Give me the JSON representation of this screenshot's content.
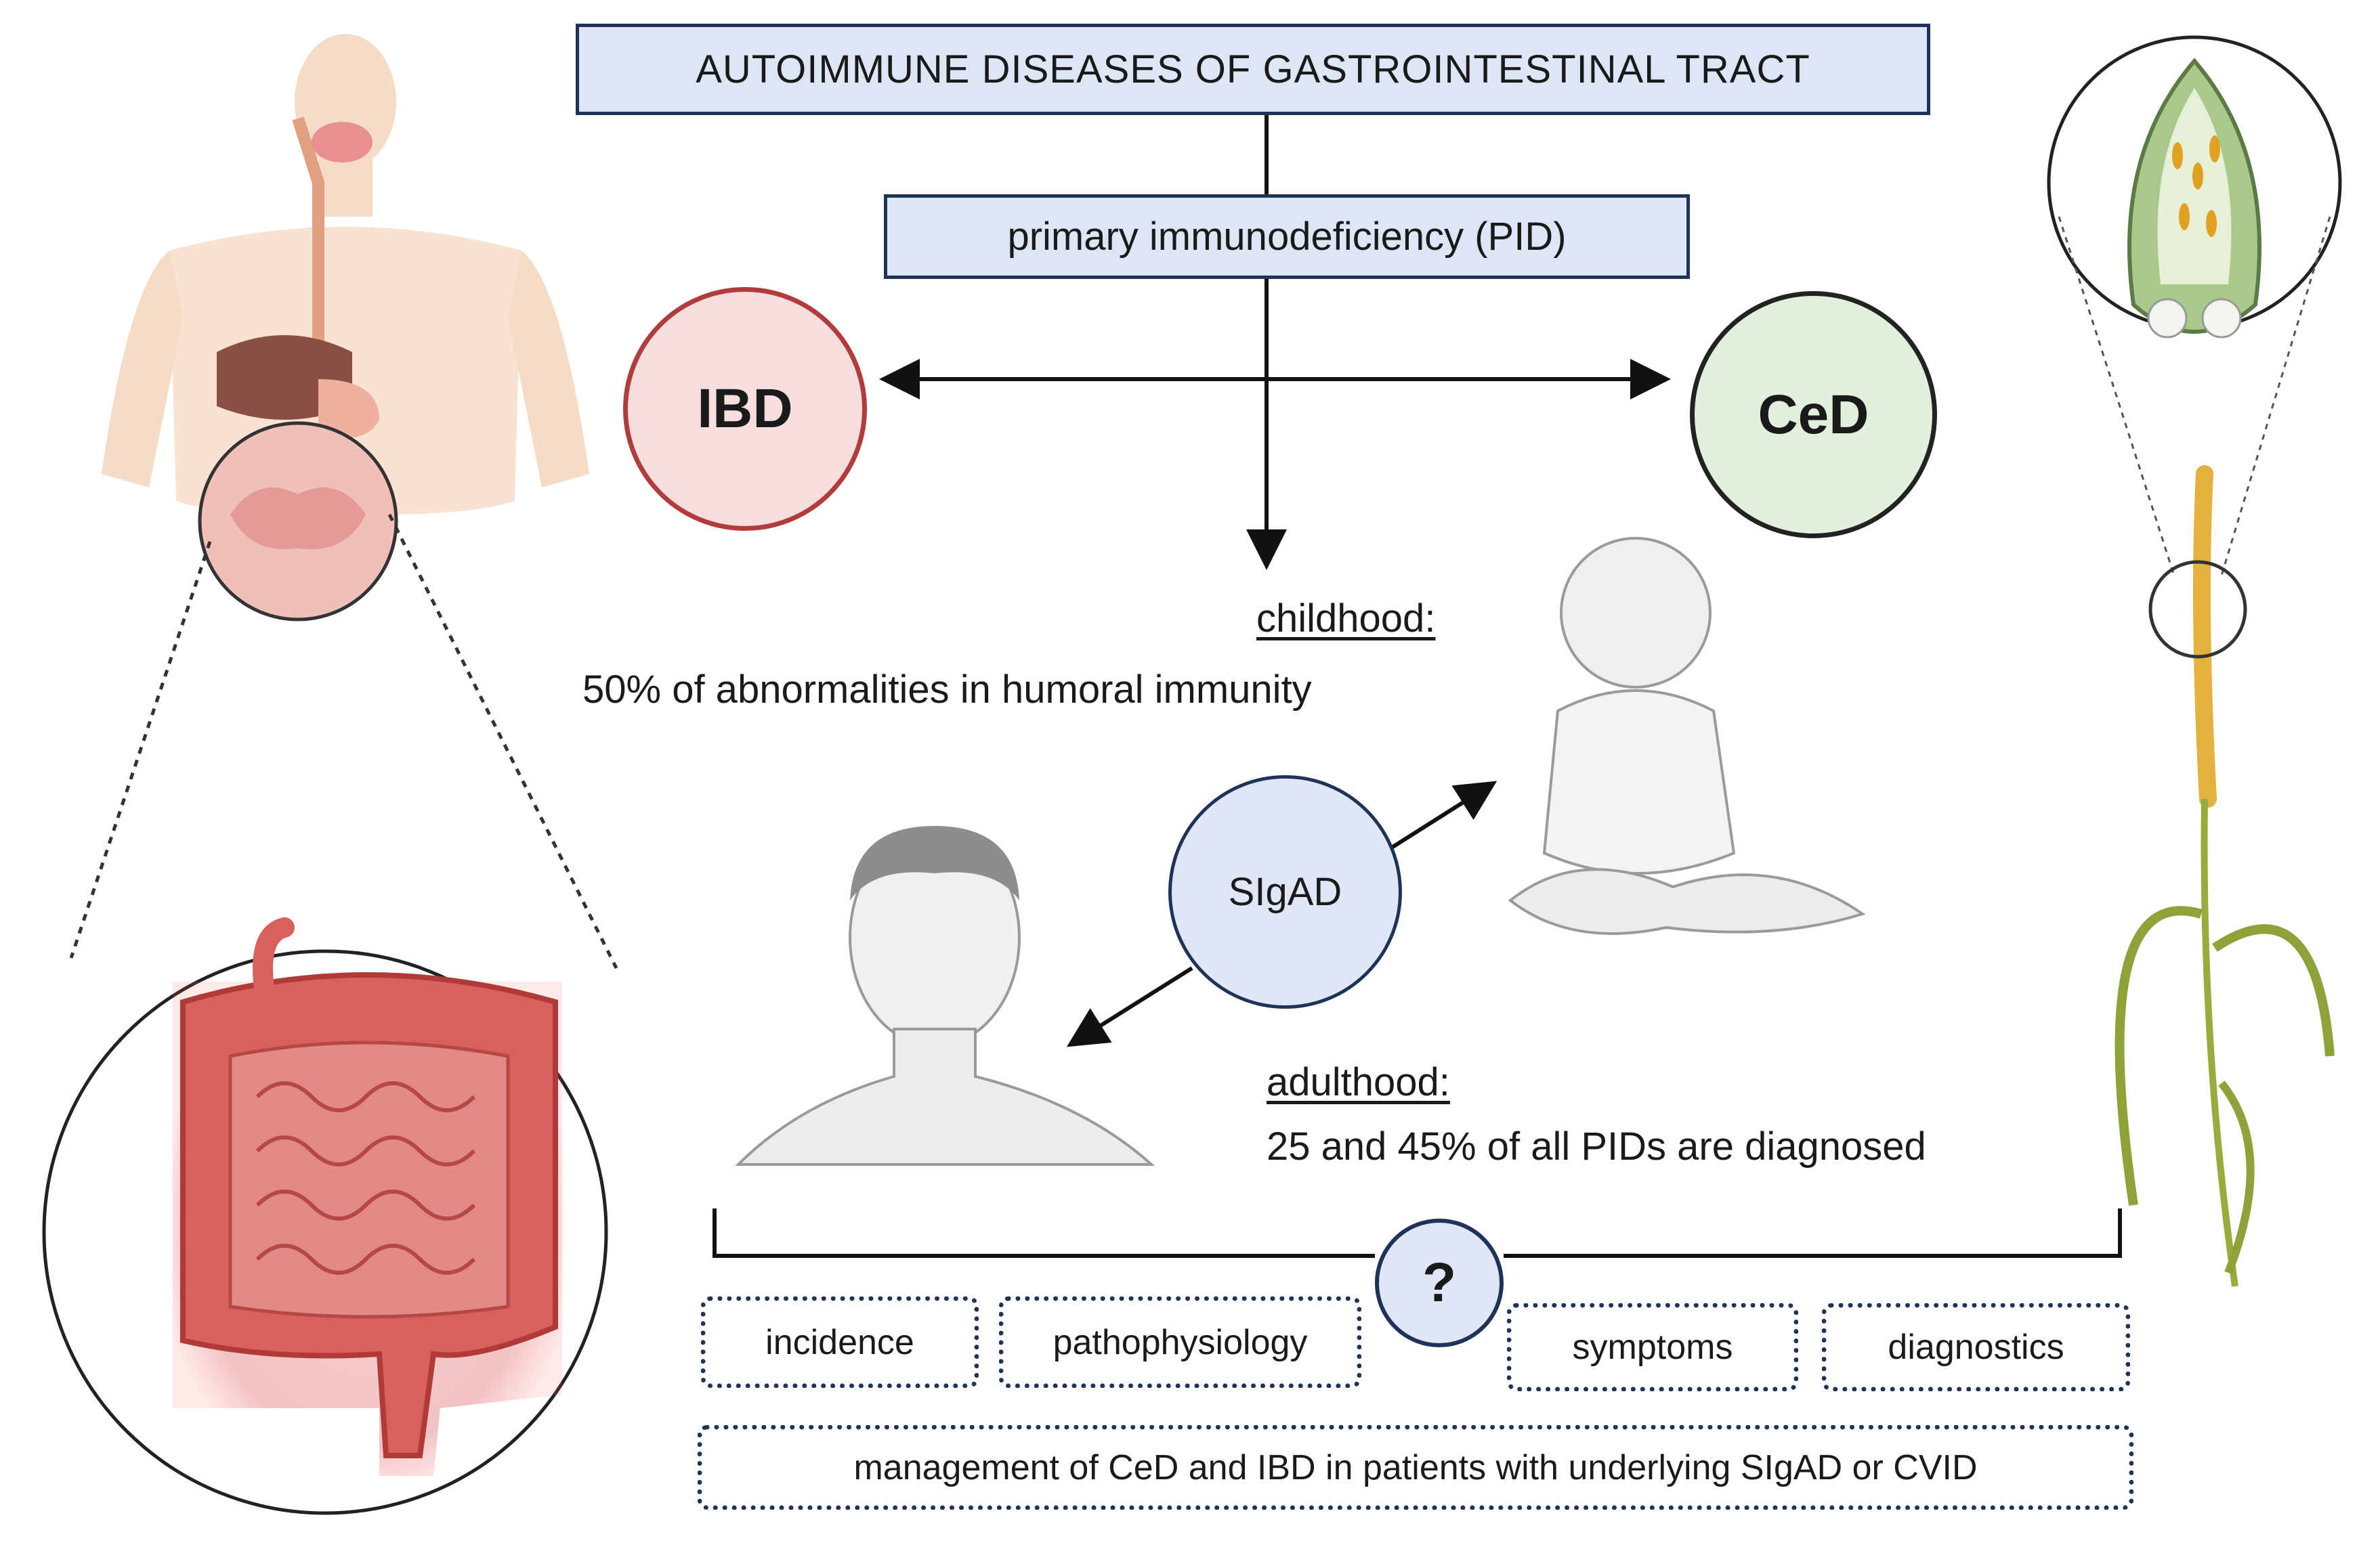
{
  "title": "AUTOIMMUNE DISEASES OF GASTROINTESTINAL TRACT",
  "pid_label": "primary immunodeficiency (PID)",
  "circles": {
    "ibd": "IBD",
    "ced": "CeD",
    "sigad": "SIgAD",
    "question": "?"
  },
  "childhood": {
    "heading": "childhood:",
    "text": "50% of abnormalities in humoral immunity"
  },
  "adulthood": {
    "heading": "adulthood:",
    "text": "25 and 45% of all PIDs are diagnosed"
  },
  "topics": [
    "incidence",
    "pathophysiology",
    "symptoms",
    "diagnostics"
  ],
  "management": "management of CeD and IBD in patients with underlying SIgAD or CVID",
  "colors": {
    "box_fill": "#dde6f4",
    "box_border": "#1f3358",
    "ibd_fill": "#f6dede",
    "ced_fill": "#e0f0dc",
    "sigad_fill": "#e0e6f6"
  }
}
